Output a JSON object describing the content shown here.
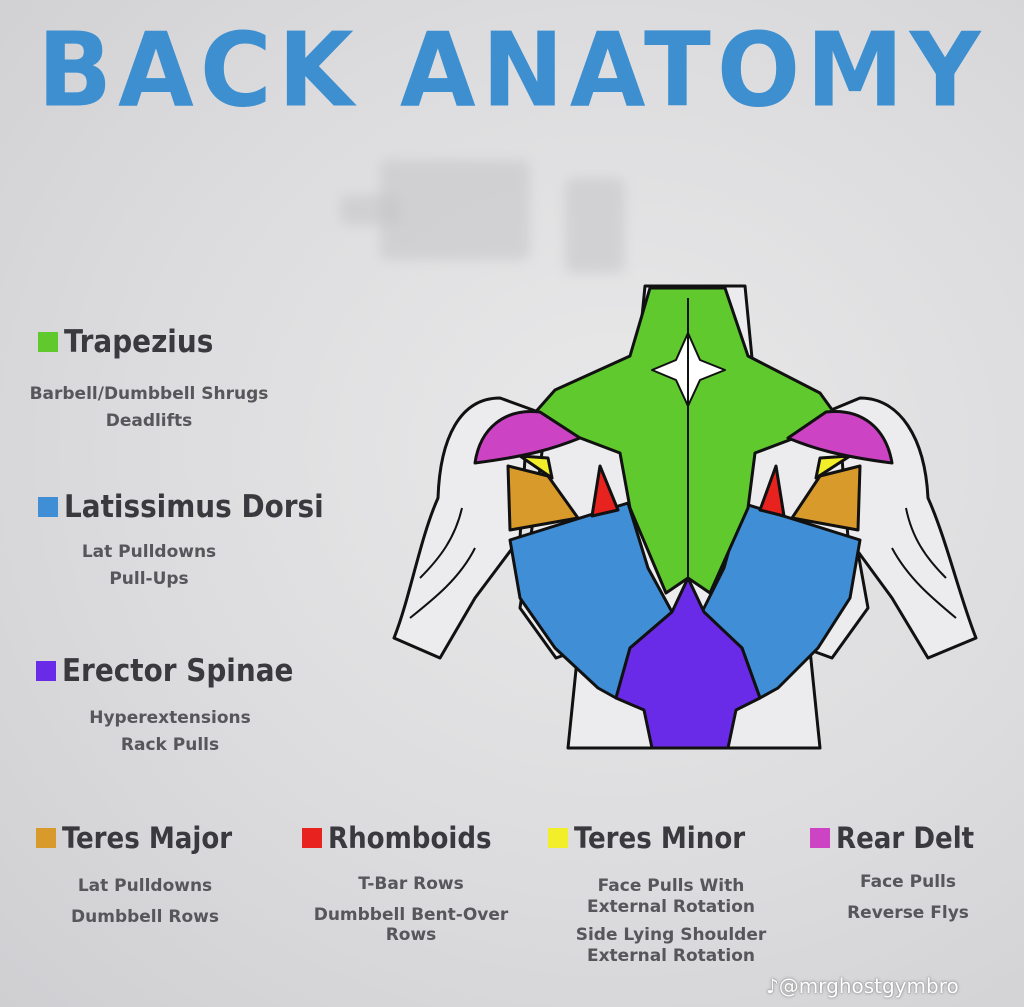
{
  "title": "BACK ANATOMY",
  "muscles": [
    {
      "key": "trapezius",
      "name": "Trapezius",
      "color": "#5fc92e",
      "exercises": [
        "Barbell/Dumbbell Shrugs",
        "Deadlifts"
      ]
    },
    {
      "key": "latissimus",
      "name": "Latissimus Dorsi",
      "color": "#3f8ed6",
      "exercises": [
        "Lat Pulldowns",
        "Pull-Ups"
      ]
    },
    {
      "key": "erector",
      "name": "Erector Spinae",
      "color": "#6a2be8",
      "exercises": [
        "Hyperextensions",
        "Rack Pulls"
      ]
    },
    {
      "key": "teres_major",
      "name": "Teres Major",
      "color": "#d89a2a",
      "exercises": [
        "Lat Pulldowns",
        "Dumbbell Rows"
      ]
    },
    {
      "key": "rhomboids",
      "name": "Rhomboids",
      "color": "#e8221e",
      "exercises": [
        "T-Bar Rows",
        "Dumbbell Bent-Over",
        "Rows"
      ]
    },
    {
      "key": "teres_minor",
      "name": "Teres Minor",
      "color": "#f2ef2a",
      "exercises": [
        "Face Pulls With",
        "External Rotation",
        "Side Lying Shoulder",
        "External Rotation"
      ]
    },
    {
      "key": "rear_delt",
      "name": "Rear Delt",
      "color": "#cc44c4",
      "exercises": [
        "Face Pulls",
        "Reverse Flys"
      ]
    }
  ],
  "credit": "@mrghostgymbro",
  "icons": {
    "credit": "tiktok-note-icon"
  }
}
